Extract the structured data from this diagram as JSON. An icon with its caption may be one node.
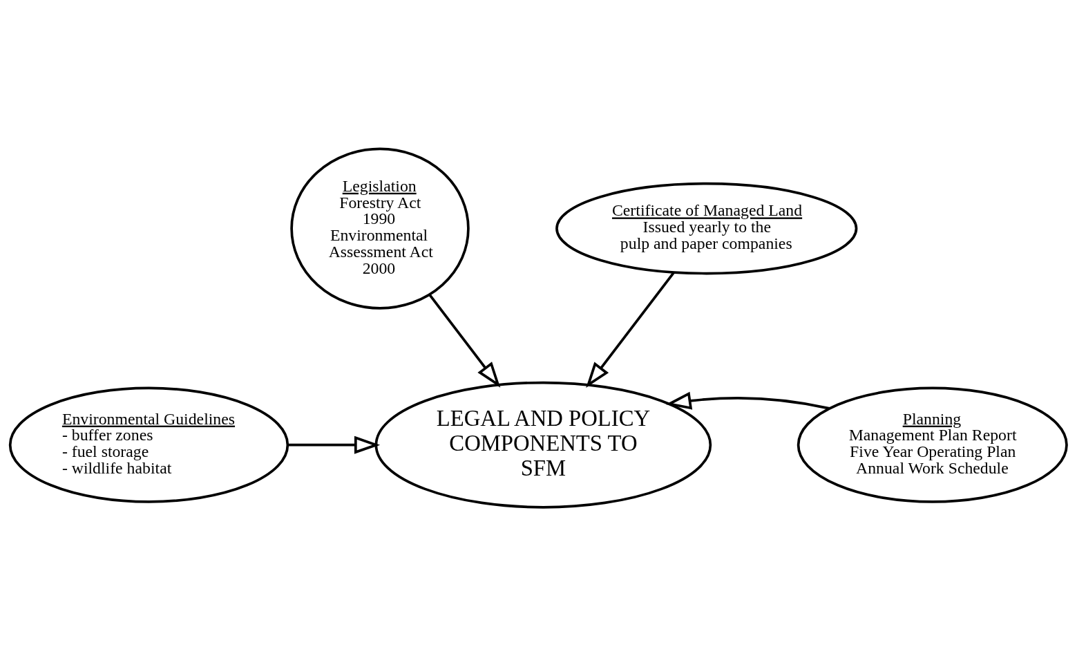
{
  "diagram": {
    "nodes": [
      {
        "text": [
          "Legislation",
          "Forestry Act 1990",
          "Environmental Assessment Act 2000"
        ]
      },
      {
        "text": [
          "Environmental Guidelines",
          "- buffer zones",
          "- fuel storage",
          "- wildlife habitat"
        ]
      },
      {
        "text": [
          "LEGAL AND POLICY COMPONENTS TO SFM"
        ]
      },
      {
        "text": [
          "Planning",
          "Management Plan Report",
          "Five Year Operating Plan",
          "Annual Work Schedule"
        ]
      },
      {
        "text": [
          "Certificate of Managed Land",
          "Issued yearly to the pulp and paper companies"
        ]
      }
    ],
    "edges": [
      {
        "from": 0,
        "to": 2,
        "arrow": "to"
      },
      {
        "from": 1,
        "to": 2,
        "arrow": "to"
      },
      {
        "from": 3,
        "to": 2,
        "arrow": "to"
      },
      {
        "from": 4,
        "to": 2,
        "arrow": "to"
      }
    ]
  }
}
